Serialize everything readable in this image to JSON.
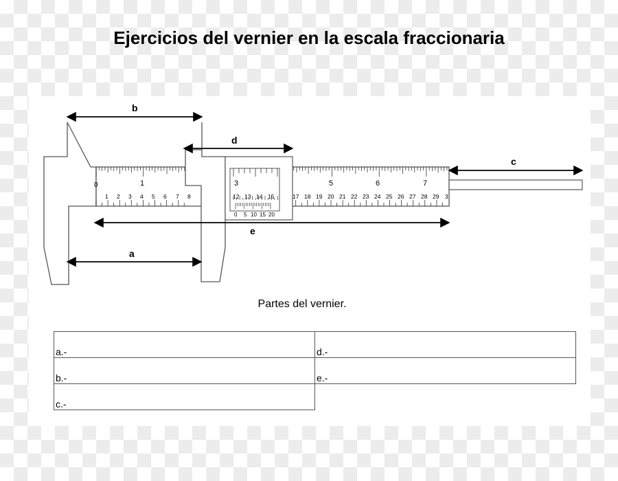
{
  "title": "Ejercicios del vernier en la escala fraccionaria",
  "dimension_labels": {
    "a": "a",
    "b": "b",
    "c": "c",
    "d": "d",
    "e": "e"
  },
  "main_scale_labels": [
    "0",
    "1",
    "3",
    "5",
    "6",
    "7"
  ],
  "fraction_scale_labels": [
    "1",
    "2",
    "3",
    "4",
    "5",
    "6",
    "7",
    "8",
    "12",
    "13",
    "14",
    "15",
    "17",
    "18",
    "19",
    "20",
    "21",
    "22",
    "23",
    "24",
    "25",
    "26",
    "27",
    "28",
    "29",
    "3"
  ],
  "vernier_scale_labels": [
    "0",
    "5",
    "10",
    "15",
    "20"
  ],
  "caption": "Partes del vernier.",
  "table": {
    "a": "a.-",
    "b": "b.-",
    "c": "c.-",
    "d": "d.-",
    "e": "e.-"
  }
}
